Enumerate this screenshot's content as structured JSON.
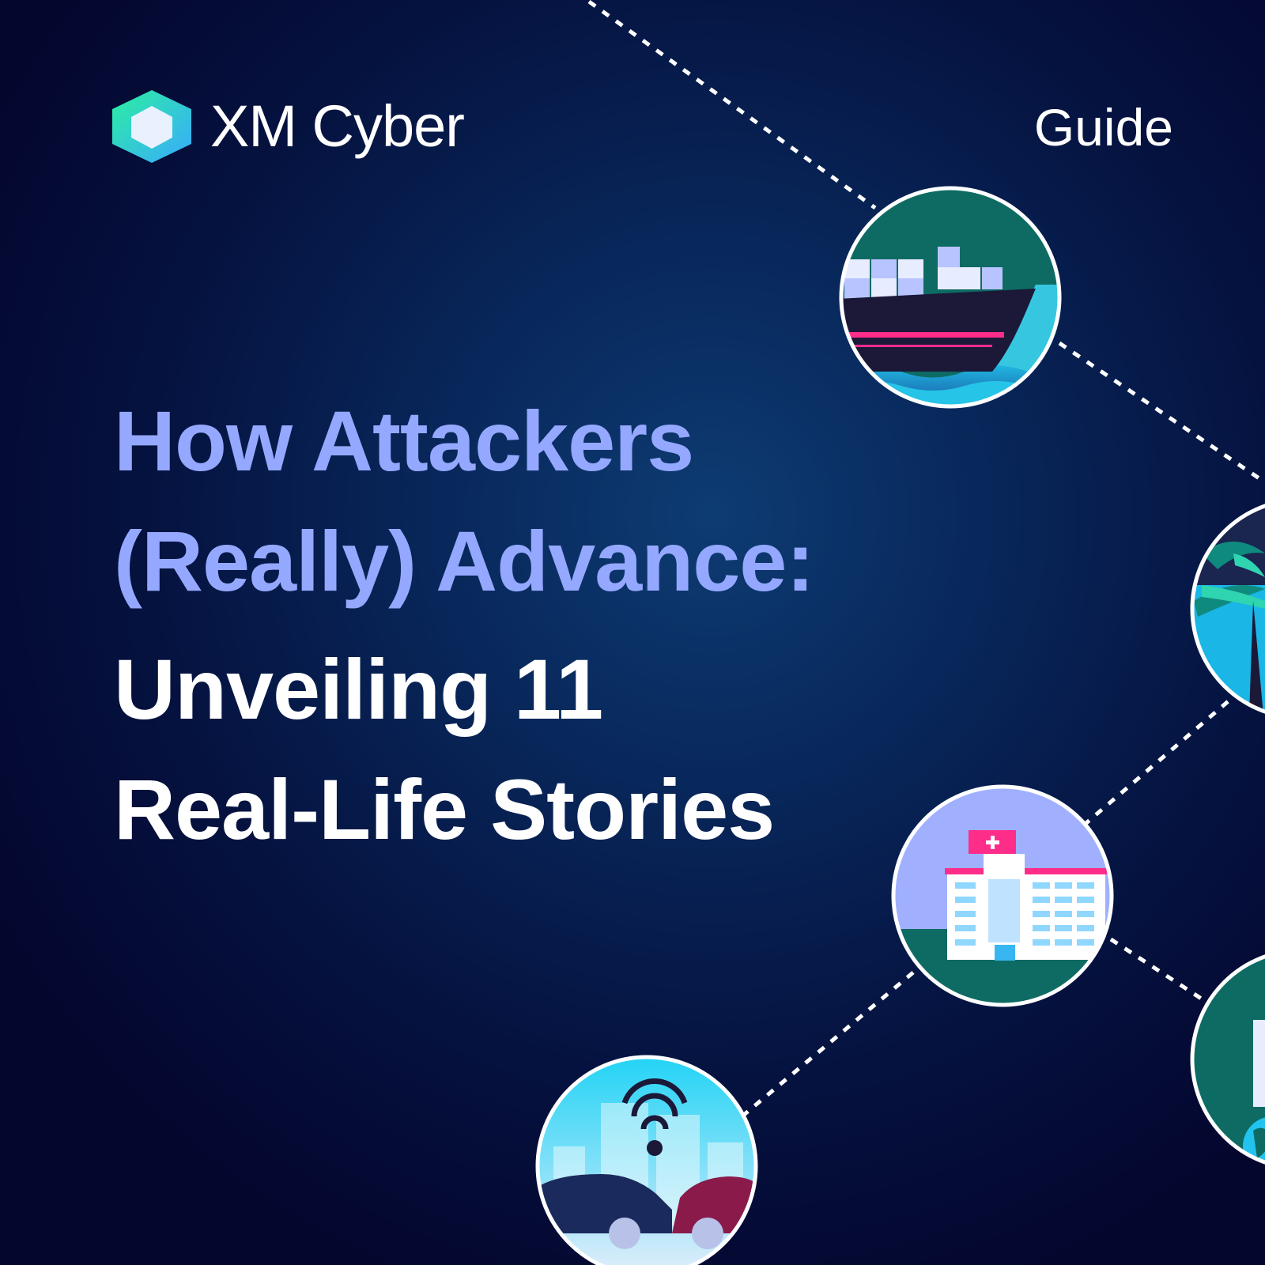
{
  "brand": {
    "name": "XM Cyber",
    "logo_icon": "hexagon-logo-icon",
    "colors": {
      "logo_green": "#2bf0a0",
      "logo_blue": "#3aa9ff"
    }
  },
  "badge": {
    "label": "Guide"
  },
  "headline": {
    "accent_lines": [
      "How Attackers",
      "(Really) Advance:"
    ],
    "white_lines": [
      "Unveiling 11",
      "Real-Life Stories"
    ],
    "colors": {
      "accent": "#95a8ff",
      "white": "#ffffff",
      "background": "#05062f"
    }
  },
  "illustrations": [
    {
      "name": "cargo-ship-icon"
    },
    {
      "name": "palm-tree-icon"
    },
    {
      "name": "hospital-icon"
    },
    {
      "name": "globe-icon"
    },
    {
      "name": "smart-city-cars-icon"
    }
  ]
}
